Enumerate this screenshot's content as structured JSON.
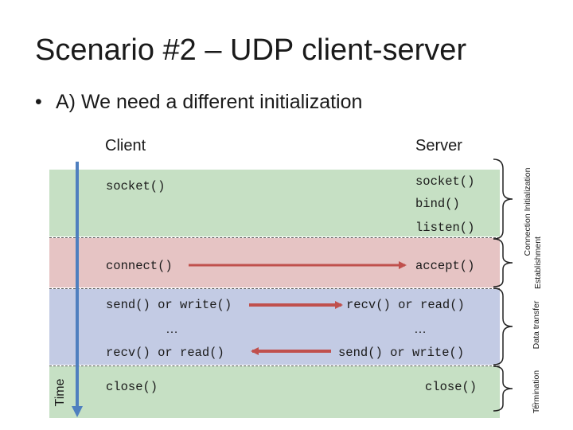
{
  "slide": {
    "title": "Scenario #2 – UDP client-server",
    "bullet": "A) We need a different initialization",
    "page_number": "9"
  },
  "columns": {
    "client": "Client",
    "server": "Server"
  },
  "time_label": "Time",
  "connection_setup": {
    "client": [
      "socket()"
    ],
    "server": [
      "socket()",
      "bind()",
      "listen()"
    ]
  },
  "establishment": {
    "client": "connect()",
    "server": "accept()"
  },
  "data_transfer": {
    "client_send": "send() or write()",
    "client_ellipsis": "…",
    "client_recv": "recv() or read()",
    "server_recv": "recv() or read()",
    "server_ellipsis": "…",
    "server_send": "send() or write()"
  },
  "termination": {
    "client": "close()",
    "server": "close()"
  },
  "phases": {
    "connection": "Connection",
    "initialization": "Initialization",
    "establishment": "Establishment",
    "data_transfer": "Data transfer",
    "termination": "Termination"
  },
  "colors": {
    "green_band": "#c6e0c4",
    "red_band": "#e6c4c4",
    "blue_band": "#c3cbe4",
    "time_arrow": "#4f7fbf",
    "message_arrow": "#c0504d"
  }
}
